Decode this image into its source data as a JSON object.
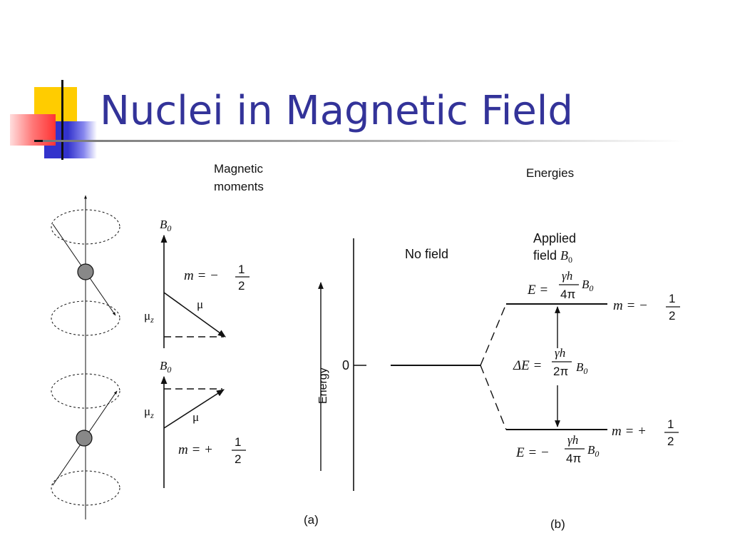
{
  "slide": {
    "title": "Nuclei in Magnetic Field",
    "colors": {
      "title": "#333399",
      "accent_blue": "#3333cc",
      "accent_yellow": "#ffcc00",
      "accent_red": "#ff3333",
      "line": "#111111"
    }
  },
  "diagram": {
    "panel_a": {
      "heading_line1": "Magnetic",
      "heading_line2": "moments",
      "caption": "(a)",
      "upper": {
        "field_label": "B",
        "field_sub": "0",
        "mz_label": "μ",
        "mz_sub": "z",
        "mu_label": "μ",
        "m_lhs": "m = −",
        "frac_num": "1",
        "frac_den": "2"
      },
      "lower": {
        "field_label": "B",
        "field_sub": "0",
        "mz_label": "μ",
        "mz_sub": "z",
        "mu_label": "μ",
        "m_lhs": "m = +",
        "frac_num": "1",
        "frac_den": "2"
      }
    },
    "panel_b": {
      "heading": "Energies",
      "caption": "(b)",
      "no_field": "No field",
      "applied_line1": "Applied",
      "applied_line2": "field",
      "applied_b": "B",
      "applied_sub": "0",
      "energy_axis": "Energy",
      "zero": "0",
      "upper_E_lhs": "E =",
      "upper_num": "γh",
      "upper_den": "4π",
      "upper_B": "B",
      "upper_Bsub": "0",
      "upper_m_lhs": "m = −",
      "upper_m_num": "1",
      "upper_m_den": "2",
      "delta_lhs": "ΔE =",
      "delta_num": "γh",
      "delta_den": "2π",
      "delta_B": "B",
      "delta_Bsub": "0",
      "lower_E_lhs": "E = −",
      "lower_num": "γh",
      "lower_den": "4π",
      "lower_B": "B",
      "lower_Bsub": "0",
      "lower_m_lhs": "m = +",
      "lower_m_num": "1",
      "lower_m_den": "2"
    }
  }
}
